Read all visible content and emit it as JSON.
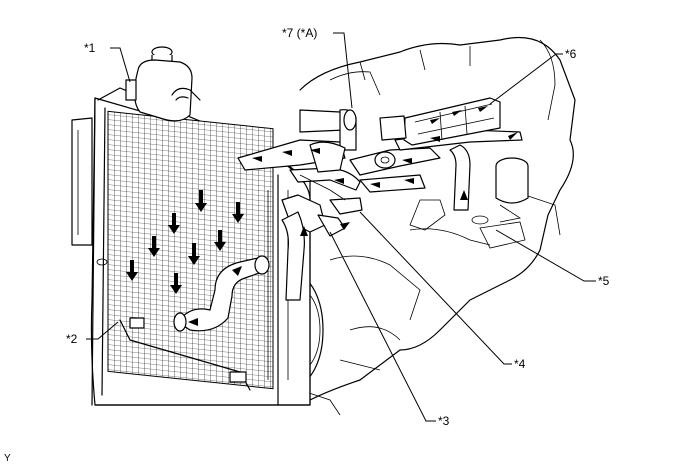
{
  "callouts": {
    "c1": "*1",
    "c2": "*2",
    "c3": "*3",
    "c4": "*4",
    "c5": "*5",
    "c6": "*6",
    "c7": "*7 (*A)"
  },
  "corner_mark": "Y",
  "colors": {
    "ink": "#000000",
    "paper": "#ffffff"
  }
}
